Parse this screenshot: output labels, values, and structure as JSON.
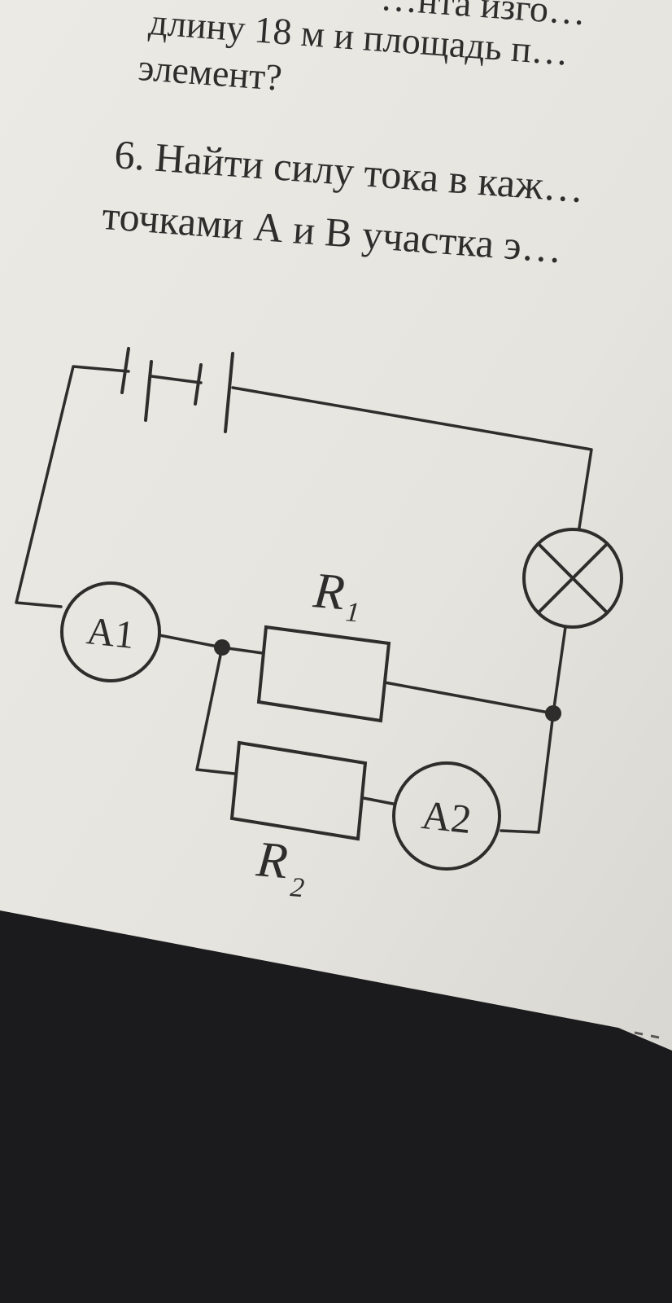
{
  "page": {
    "text_lines": [
      "…нта изго…",
      "длину 18 м и площадь п…",
      "элемент?",
      "6. Найти силу тока в каж…",
      "точками А и В участка э…"
    ]
  },
  "circuit": {
    "ammeter_1_label": "A1",
    "ammeter_2_label": "A2",
    "resistor_1_label": "R",
    "resistor_1_subscript": "1",
    "resistor_2_label": "R",
    "resistor_2_subscript": "2",
    "lamp_symbol": "lamp-cross-icon",
    "battery_symbol": "battery-icon"
  },
  "colors": {
    "paper": "#e9e7e1",
    "ink": "#2e2d2c",
    "table": "#1b1b1d"
  }
}
